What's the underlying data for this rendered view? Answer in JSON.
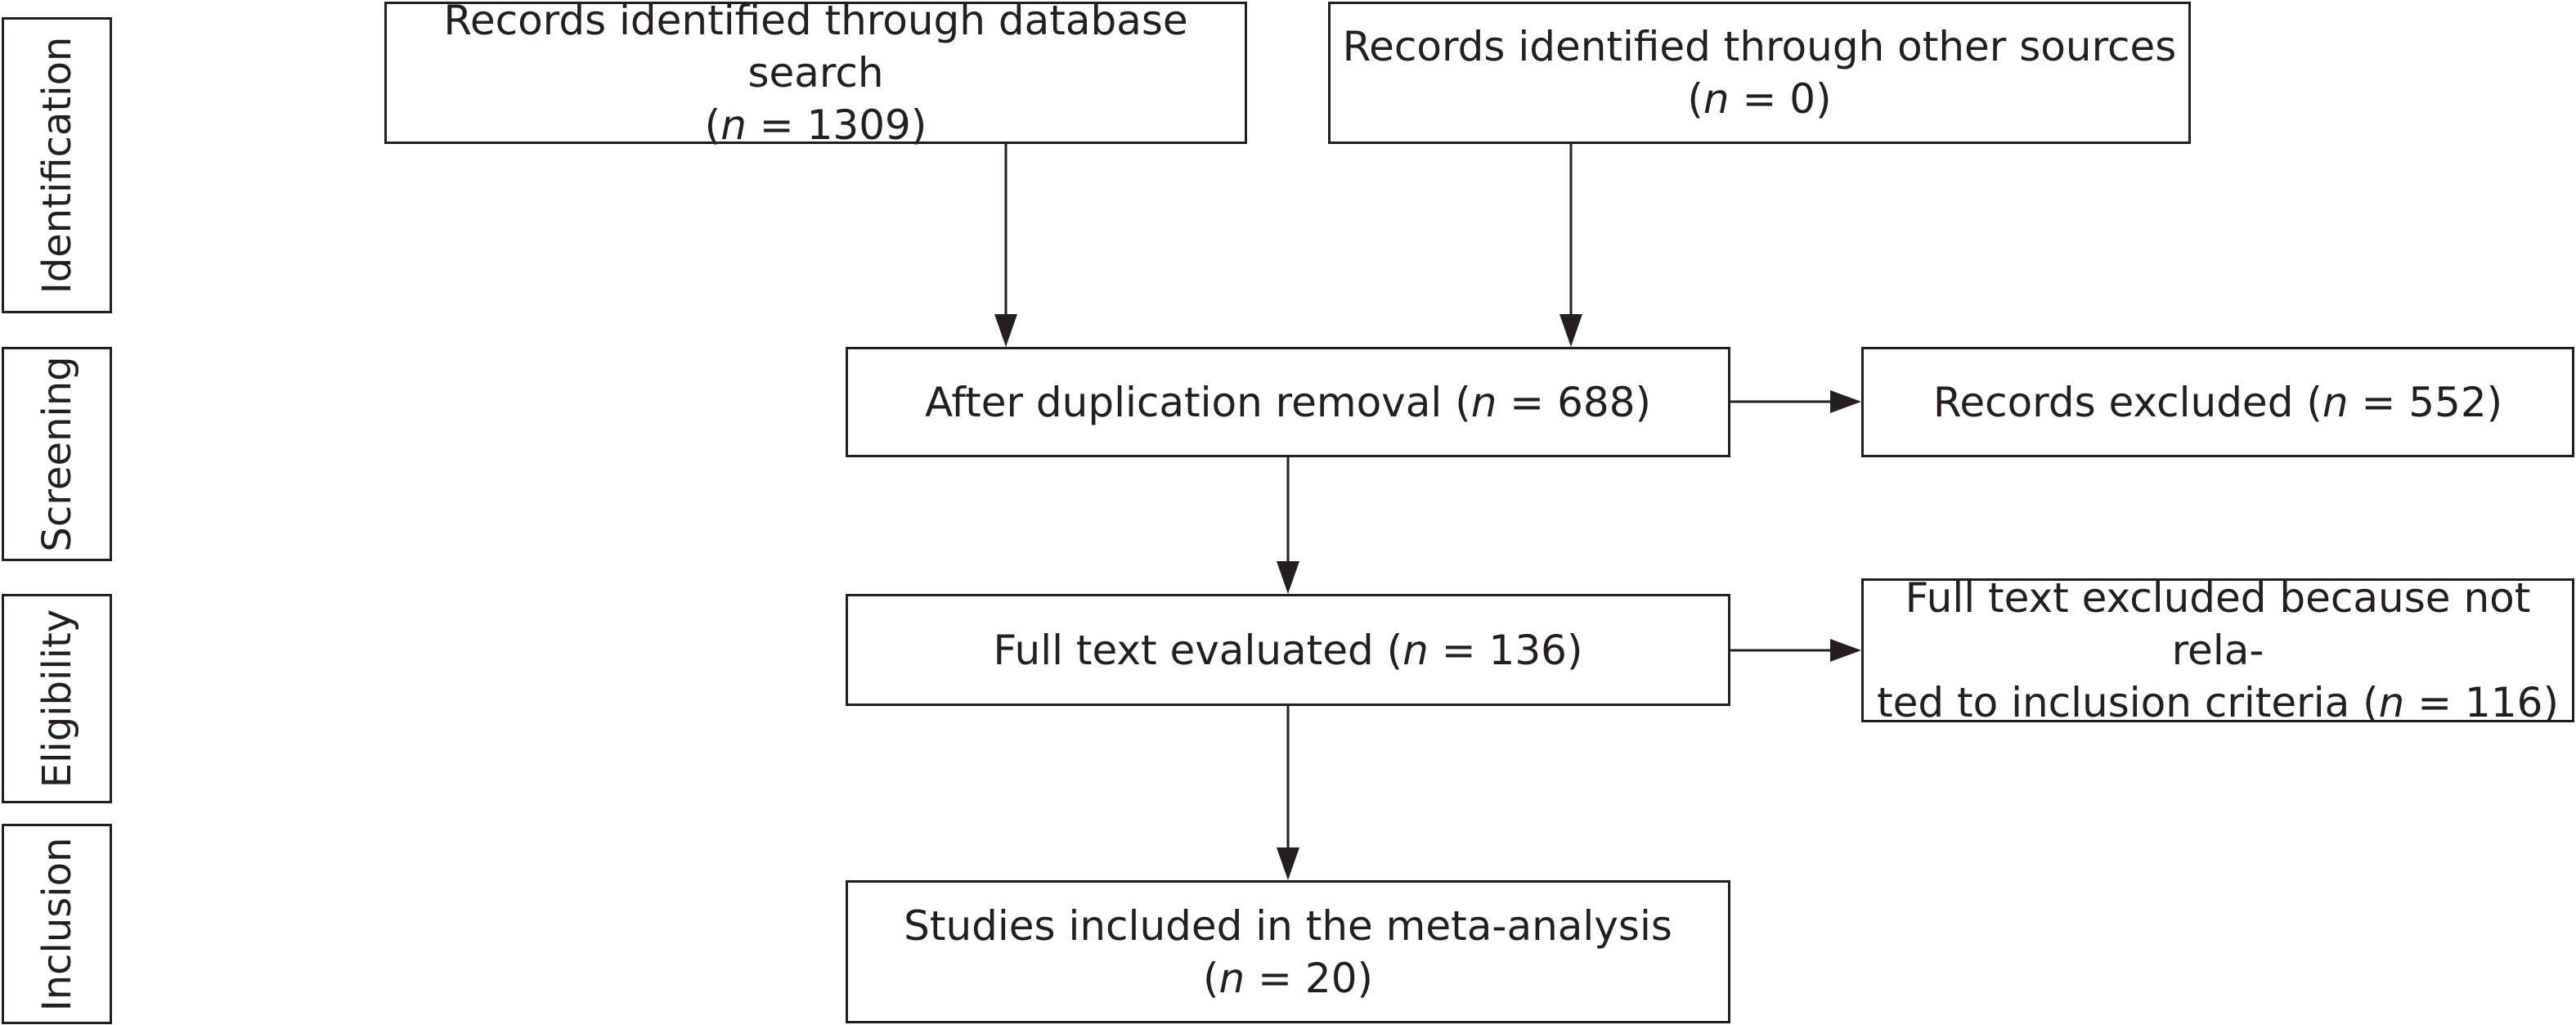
{
  "stages": {
    "identification": "Identification",
    "screening": "Screening",
    "eligibility": "Eligibility",
    "inclusion": "Inclusion"
  },
  "boxes": {
    "database_search": {
      "line1": "Records identified through database search",
      "n_prefix": "(",
      "n_var": "n",
      "n_suffix": " = 1309)"
    },
    "other_sources": {
      "line1": "Records identified through other sources",
      "n_prefix": "(",
      "n_var": "n",
      "n_suffix": " = 0)"
    },
    "after_dedup": {
      "text": "After duplication removal (",
      "n_var": "n",
      "n_suffix": " = 688)"
    },
    "records_excluded": {
      "text": "Records excluded (",
      "n_var": "n",
      "n_suffix": " = 552)"
    },
    "full_text": {
      "text": "Full text evaluated (",
      "n_var": "n",
      "n_suffix": " = 136)"
    },
    "full_text_excluded": {
      "line1": "Full text excluded because not rela-",
      "line2_text": "ted to inclusion criteria (",
      "n_var": "n",
      "n_suffix": " = 116)"
    },
    "included": {
      "line1": "Studies included in the meta-analysis",
      "n_prefix": "(",
      "n_var": "n",
      "n_suffix": " = 20)"
    }
  }
}
